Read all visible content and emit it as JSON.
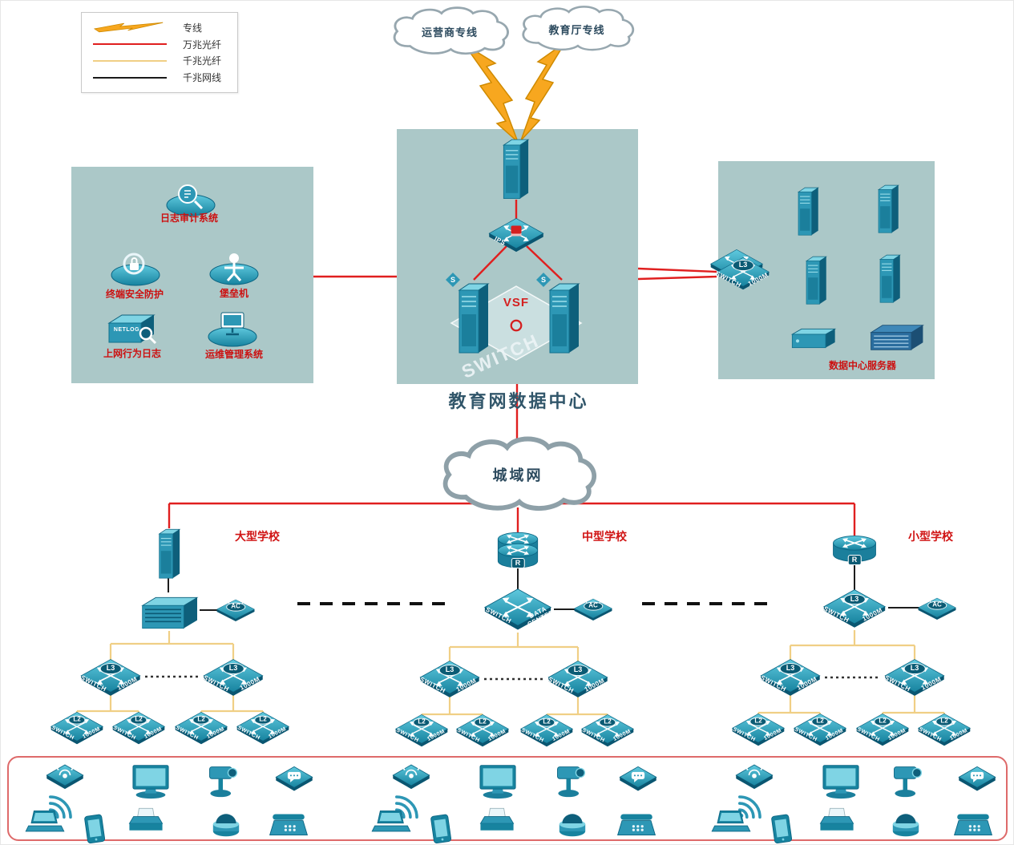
{
  "legend": {
    "items": [
      {
        "label": "专线"
      },
      {
        "label": "万兆光纤"
      },
      {
        "label": "千兆光纤"
      },
      {
        "label": "千兆网线"
      }
    ]
  },
  "clouds": {
    "carrier": "运营商专线",
    "education": "教育厅专线",
    "man": "城域网"
  },
  "data_center": {
    "title": "教育网数据中心",
    "vsf": "VSF",
    "ips": "IPS",
    "watermark": "SWITCH",
    "server_badge": "S"
  },
  "security_zone": {
    "log_audit": "日志审计系统",
    "terminal_protect": "终端安全防护",
    "bastion": "堡垒机",
    "net_log": "上网行为日志",
    "netlog_badge": "NETLOG",
    "ops_mgmt": "运维管理系统"
  },
  "server_zone": {
    "label": "数据中心服务器"
  },
  "schools": {
    "large": {
      "name": "大型学校"
    },
    "medium": {
      "name": "中型学校",
      "core_edge1": "SWITCH",
      "core_edge2": "DATA CENTER"
    },
    "small": {
      "name": "小型学校"
    }
  },
  "labels": {
    "l3": "L3",
    "l2": "L2",
    "ac": "AC",
    "r": "R",
    "switch": "SWITCH",
    "g1000": "1000M"
  },
  "colors": {
    "line_10g_fiber": "#e01f1f",
    "line_1g_fiber": "#f0cf85",
    "line_1g_copper": "#1a1a1a",
    "dedicated_line": "#f7a71f",
    "zone_bg": "#abc8c8",
    "device": "#1b7f9c",
    "label_red": "#cc1111"
  }
}
